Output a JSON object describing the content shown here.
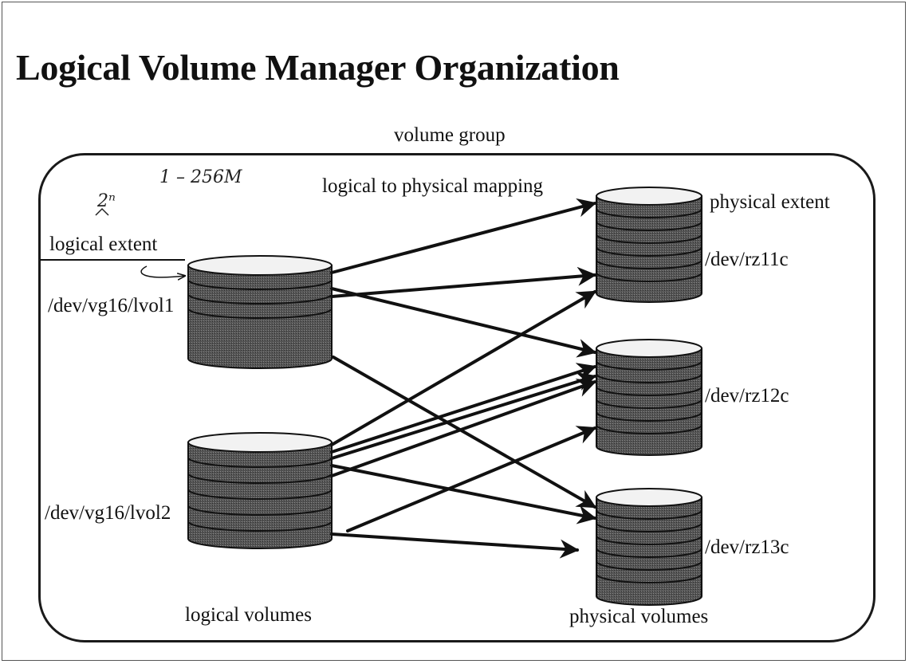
{
  "title": "Logical Volume Manager Organization",
  "labels": {
    "volume_group": "volume group",
    "mapping": "logical to physical mapping",
    "physical_extent": "physical extent",
    "logical_extent": "logical extent",
    "logical_volumes": "logical volumes",
    "physical_volumes": "physical volumes"
  },
  "annotations": {
    "handwritten_1": "1 – 256M",
    "handwritten_2": "2ⁿ"
  },
  "logical_volumes": [
    {
      "name": "/dev/vg16/lvol1"
    },
    {
      "name": "/dev/vg16/lvol2"
    }
  ],
  "physical_volumes": [
    {
      "name": "/dev/rz11c"
    },
    {
      "name": "/dev/rz12c"
    },
    {
      "name": "/dev/rz13c"
    }
  ],
  "colors": {
    "disk_fill": "#4a4a4a",
    "disk_top": "#f2f2f2",
    "ink": "#111111"
  }
}
